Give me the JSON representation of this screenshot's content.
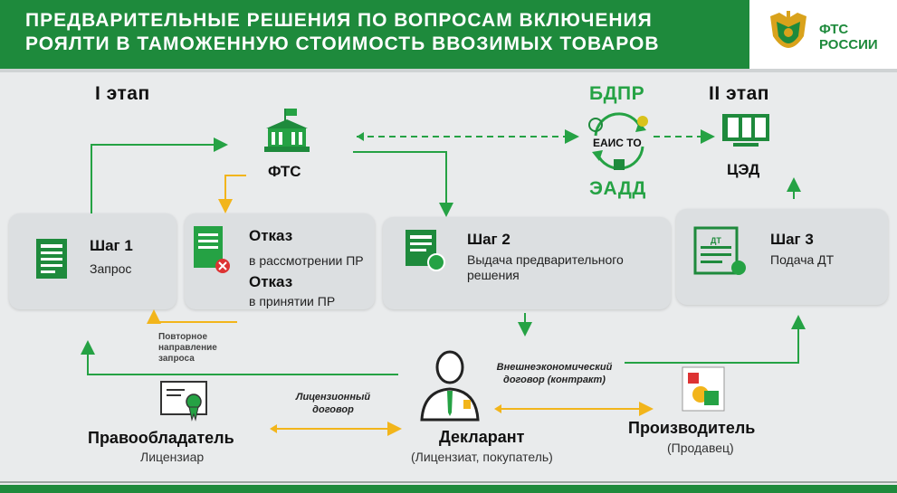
{
  "header": {
    "title": "Предварительные решения по вопросам включения роялти в таможенную стоимость ввозимых товаров",
    "logo_line1": "ФТС",
    "logo_line2": "РОССИИ"
  },
  "stages": {
    "stage1": "I этап",
    "stage2": "II этап"
  },
  "nodes": {
    "fts": "ФТС",
    "bdpr": "БДПР",
    "eais": "ЕАИС ТО",
    "eadd": "ЭАДД",
    "ced": "ЦЭД"
  },
  "steps": {
    "step1": {
      "title": "Шаг 1",
      "desc": "Запрос"
    },
    "refusal": {
      "title1": "Отказ",
      "desc1": "в рассмотрении ПР",
      "title2": "Отказ",
      "desc2": "в принятии ПР"
    },
    "step2": {
      "title": "Шаг 2",
      "desc_line1": "Выдача предварительного",
      "desc_line2": "решения"
    },
    "step3": {
      "title": "Шаг 3",
      "desc": "Подача ДТ",
      "icon_label": "ДТ"
    }
  },
  "notes": {
    "repeat_line1": "Повторное",
    "repeat_line2": "направление",
    "repeat_line3": "запроса",
    "license_line1": "Лицензионный",
    "license_line2": "договор",
    "contract_line1": "Внешнеэкономический",
    "contract_line2": "договор (контракт)"
  },
  "parties": {
    "rightholder": {
      "title": "Правообладатель",
      "sub": "Лицензиар"
    },
    "declarant": {
      "title": "Декларант",
      "sub": "(Лицензиат, покупатель)"
    },
    "manufacturer": {
      "title": "Производитель",
      "sub": "(Продавец)"
    }
  },
  "colors": {
    "brand_green": "#1e8a3c",
    "light_green": "#25a244",
    "arrow_yellow": "#f2b51b",
    "card_gray": "#dcdfe1"
  }
}
